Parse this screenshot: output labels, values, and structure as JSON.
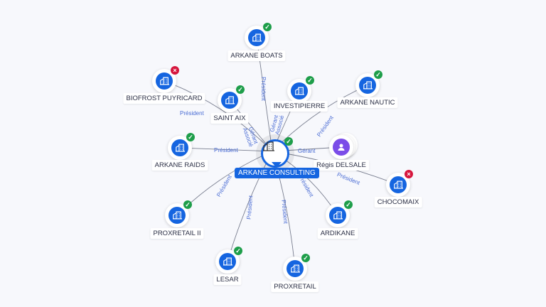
{
  "center": {
    "label": "ARKANE CONSULTING",
    "status": "ok",
    "icon": "building-icon"
  },
  "nodes": [
    {
      "label": "ARKANE BOATS",
      "status": "ok",
      "type": "company",
      "edge": "Président"
    },
    {
      "label": "BIOFROST PUYRICARD",
      "status": "closed",
      "type": "company",
      "edge": "Président"
    },
    {
      "label": "SAINT AIX",
      "status": "ok",
      "type": "company",
      "edge": "Gérant Associé"
    },
    {
      "label": "INVESTIPIERRE",
      "status": "ok",
      "type": "company",
      "edge": "Gérant Associé"
    },
    {
      "label": "ARKANE NAUTIC",
      "status": "ok",
      "type": "company",
      "edge": "Président"
    },
    {
      "label": "ARKANE RAIDS",
      "status": "ok",
      "type": "company",
      "edge": "Président"
    },
    {
      "label": "Régis DELSALE",
      "status": "",
      "type": "person",
      "edge": "Gérant"
    },
    {
      "label": "CHOCOMAIX",
      "status": "closed",
      "type": "company",
      "edge": "Président"
    },
    {
      "label": "PROXRETAIL II",
      "status": "ok",
      "type": "company",
      "edge": "Président"
    },
    {
      "label": "ARDIKANE",
      "status": "ok",
      "type": "company",
      "edge": "Président"
    },
    {
      "label": "LESAR",
      "status": "ok",
      "type": "company",
      "edge": "Président"
    },
    {
      "label": "PROXRETAIL",
      "status": "ok",
      "type": "company",
      "edge": "Président"
    }
  ],
  "colors": {
    "primary": "#1565e0",
    "ok": "#1e9e4a",
    "closed": "#d6163d",
    "person": "#7b4de8",
    "edge": "#4a6cd4"
  }
}
